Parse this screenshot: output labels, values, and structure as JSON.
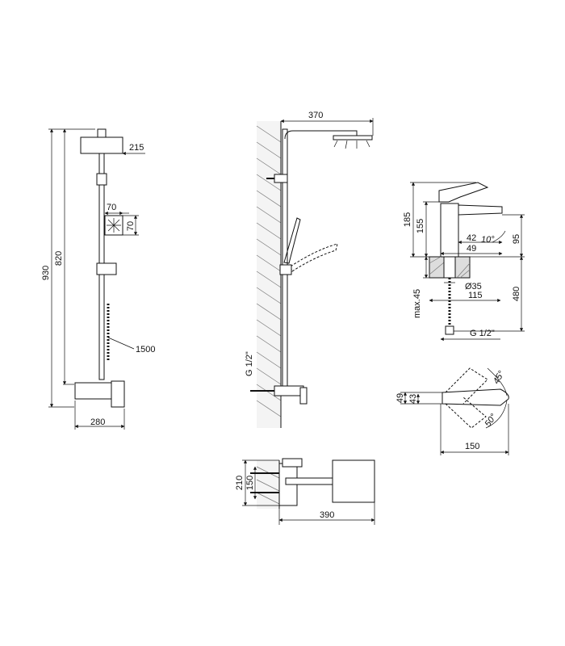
{
  "front_view": {
    "height_total": "930",
    "height_rail": "820",
    "head_width": "215",
    "hand_w": "70",
    "hand_h": "70",
    "hose": "1500",
    "mixer_width": "280"
  },
  "side_view": {
    "reach": "370",
    "thread": "G 1/2\""
  },
  "top_view": {
    "depth_total": "210",
    "depth_mixer": "150",
    "width": "390"
  },
  "basin_side": {
    "h_total": "185",
    "h_body": "155",
    "spout": "42",
    "angle": "10°",
    "base": "49",
    "spout_h": "95",
    "hole": "Ø35",
    "reach": "115",
    "max_deck": "max.45",
    "hose_len": "480",
    "thread": "G 1/2\""
  },
  "basin_top": {
    "a": "49",
    "b": "43",
    "angle_open": "45°",
    "angle_rot": "50°",
    "width": "150"
  }
}
